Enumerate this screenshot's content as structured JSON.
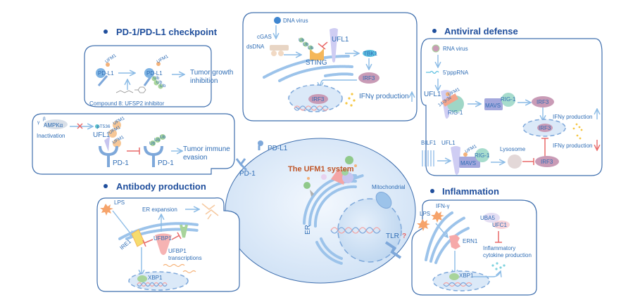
{
  "center": {
    "title": "The UFM1 system",
    "labels": {
      "pdl1": "PD-L1",
      "pd1": "PD-1",
      "mito": "Mitochondrial",
      "er": "ER",
      "tlr": "TLR",
      "tlr_q": "?"
    }
  },
  "sections": {
    "checkpoint": {
      "heading": "PD-1/PD-L1 checkpoint",
      "panel_top": {
        "pdl1_a": "PD-L1",
        "ufm1_a": "UFM1",
        "pdl1_b": "PD-L1",
        "ufm1_b": "UFM1",
        "ub": [
          "Ub",
          "Ub",
          "Ub"
        ],
        "outcome_line1": "Tumor growth",
        "outcome_line2": "inhibition",
        "compound": "Compound 8: UFSP2 inhibitor"
      },
      "panel_bottom": {
        "gamma": "γ",
        "beta": "β",
        "ampk": "AMPKα",
        "inactivation": "Inactivation",
        "pt": "pT536",
        "ufl1": "UFL1",
        "ufm1": [
          "UFM1",
          "UFM1",
          "UFM1"
        ],
        "pd1_a": "PD-1",
        "pd1_b": "PD-1",
        "ub": [
          "Ub",
          "Ub",
          "Ub"
        ],
        "outcome_line1": "Tumor immune",
        "outcome_line2": "evasion"
      }
    },
    "dna_virus": {
      "virus": "DNA virus",
      "cgas": "cGAS",
      "dsdna": "dsDNA",
      "ub": [
        "Ub",
        "Ub",
        "Ub"
      ],
      "sting": "STING",
      "ufl1": "UFL1",
      "tbk1": "TBK1",
      "irf3_a": "IRF3",
      "irf3_b": "IRF3",
      "ifn": "IFNγ production"
    },
    "antiviral": {
      "heading": "Antiviral defense",
      "virus": "RNA virus",
      "rna": "5'pppRNA",
      "ufl1": "UFL1",
      "ufm1": "UFM1",
      "protein_1433": "14-3-3ε",
      "rig1": "RIG-1",
      "mavs": "MAVS",
      "rig1_b": "RIG-1",
      "irf3_a": "IRF3",
      "irf3_b": "IRF3",
      "ifn_up": "IFNγ production",
      "ifn_down": "IFNγ production",
      "bilf1": "BILF1",
      "ufl1_b": "UFL1",
      "ufm1_b": "UFM1",
      "mavs_b": "MAVS",
      "rig1_c": "RIG-1",
      "lysosome": "Lysosome",
      "irf3_c": "IRF3"
    },
    "antibody": {
      "heading": "Antibody production",
      "lps": "LPS",
      "er_exp": "ER expansion",
      "ire1": "IRE1",
      "ufbp1": "UFBP1",
      "trans_line1": "UFBP1",
      "trans_line2": "transcriptions",
      "xbp1": "XBP1"
    },
    "inflammation": {
      "heading": "Inflammation",
      "lps": "LPS",
      "ifng": "IFN-γ",
      "uba5": "UBA5",
      "ufc1": "UFC1",
      "ern1": "ERN1",
      "cyto_line1": "Inflammatory",
      "cyto_line2": "cytokine production",
      "xbp1": "XBP1"
    }
  },
  "colors": {
    "heading": "#1f4e9c",
    "label": "#2f6db5",
    "center_title": "#c0572a",
    "inhibit": "#e86a6a",
    "arrow": "#8bbbe6"
  }
}
